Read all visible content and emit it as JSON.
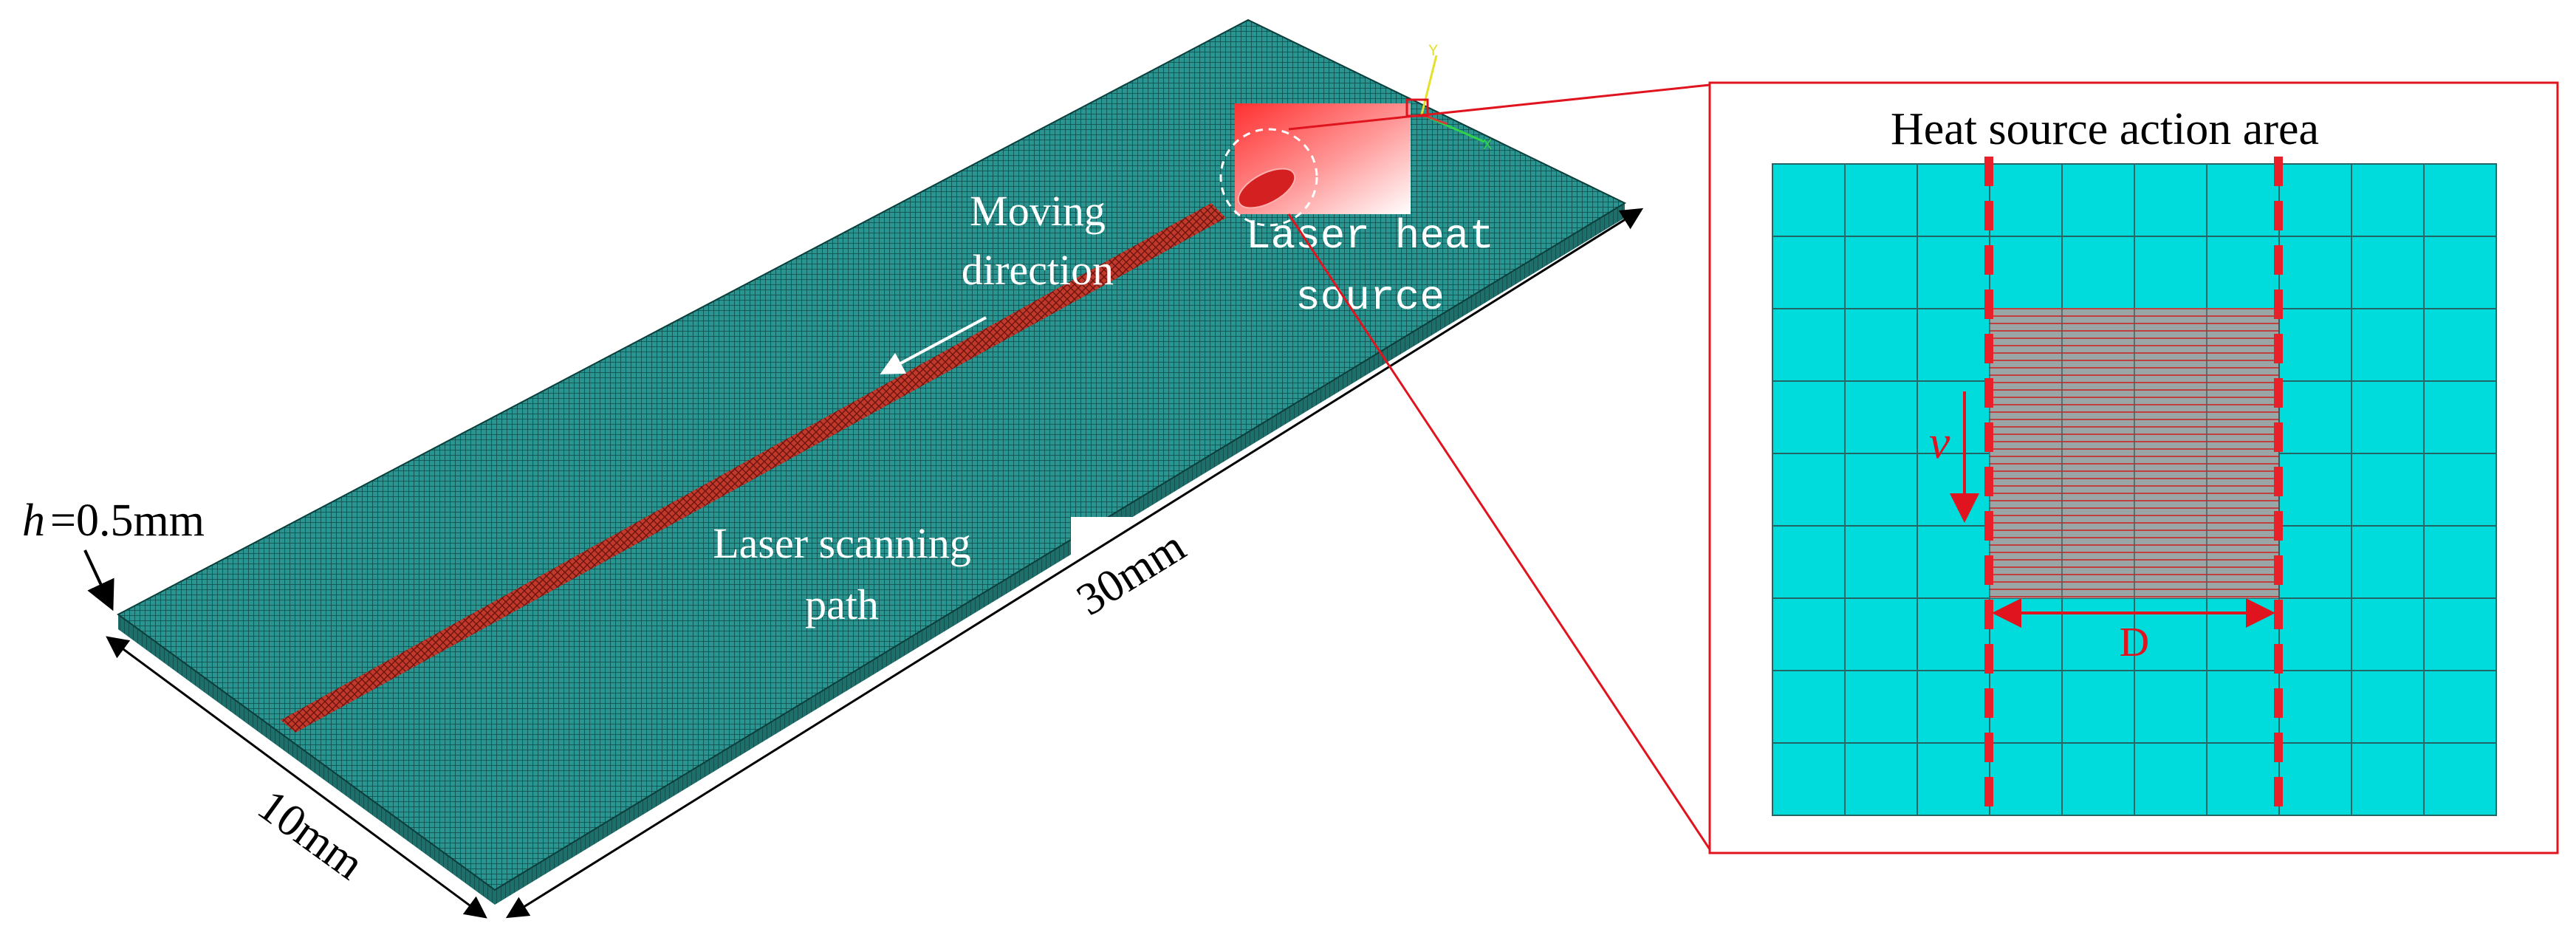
{
  "labels": {
    "height": "h =0.5mm",
    "height_symbol": "h",
    "height_value": "=0.5mm",
    "width_dim": "10mm",
    "length_dim": "30mm",
    "moving_direction_line1": "Moving",
    "moving_direction_line2": "direction",
    "scanning_path_line1": "Laser scanning",
    "scanning_path_line2": "path",
    "heat_source_line1": "Laser heat",
    "heat_source_line2": "source"
  },
  "axis_triad": {
    "y": "Y",
    "x": "X"
  },
  "inset": {
    "title": "Heat source action area",
    "velocity_symbol": "v",
    "diameter_symbol": "D",
    "grid_cols": 10,
    "grid_rows": 9
  },
  "colors": {
    "plate_mesh": "#2a9490",
    "plate_side": "#1d6f6b",
    "scan_path": "#c0392b",
    "heat_source": "#ff3030",
    "inset_cell": "#00dcdc",
    "inset_grid_line": "#246666",
    "inset_dash": "#e8202a",
    "callout_line": "#e0141e"
  }
}
